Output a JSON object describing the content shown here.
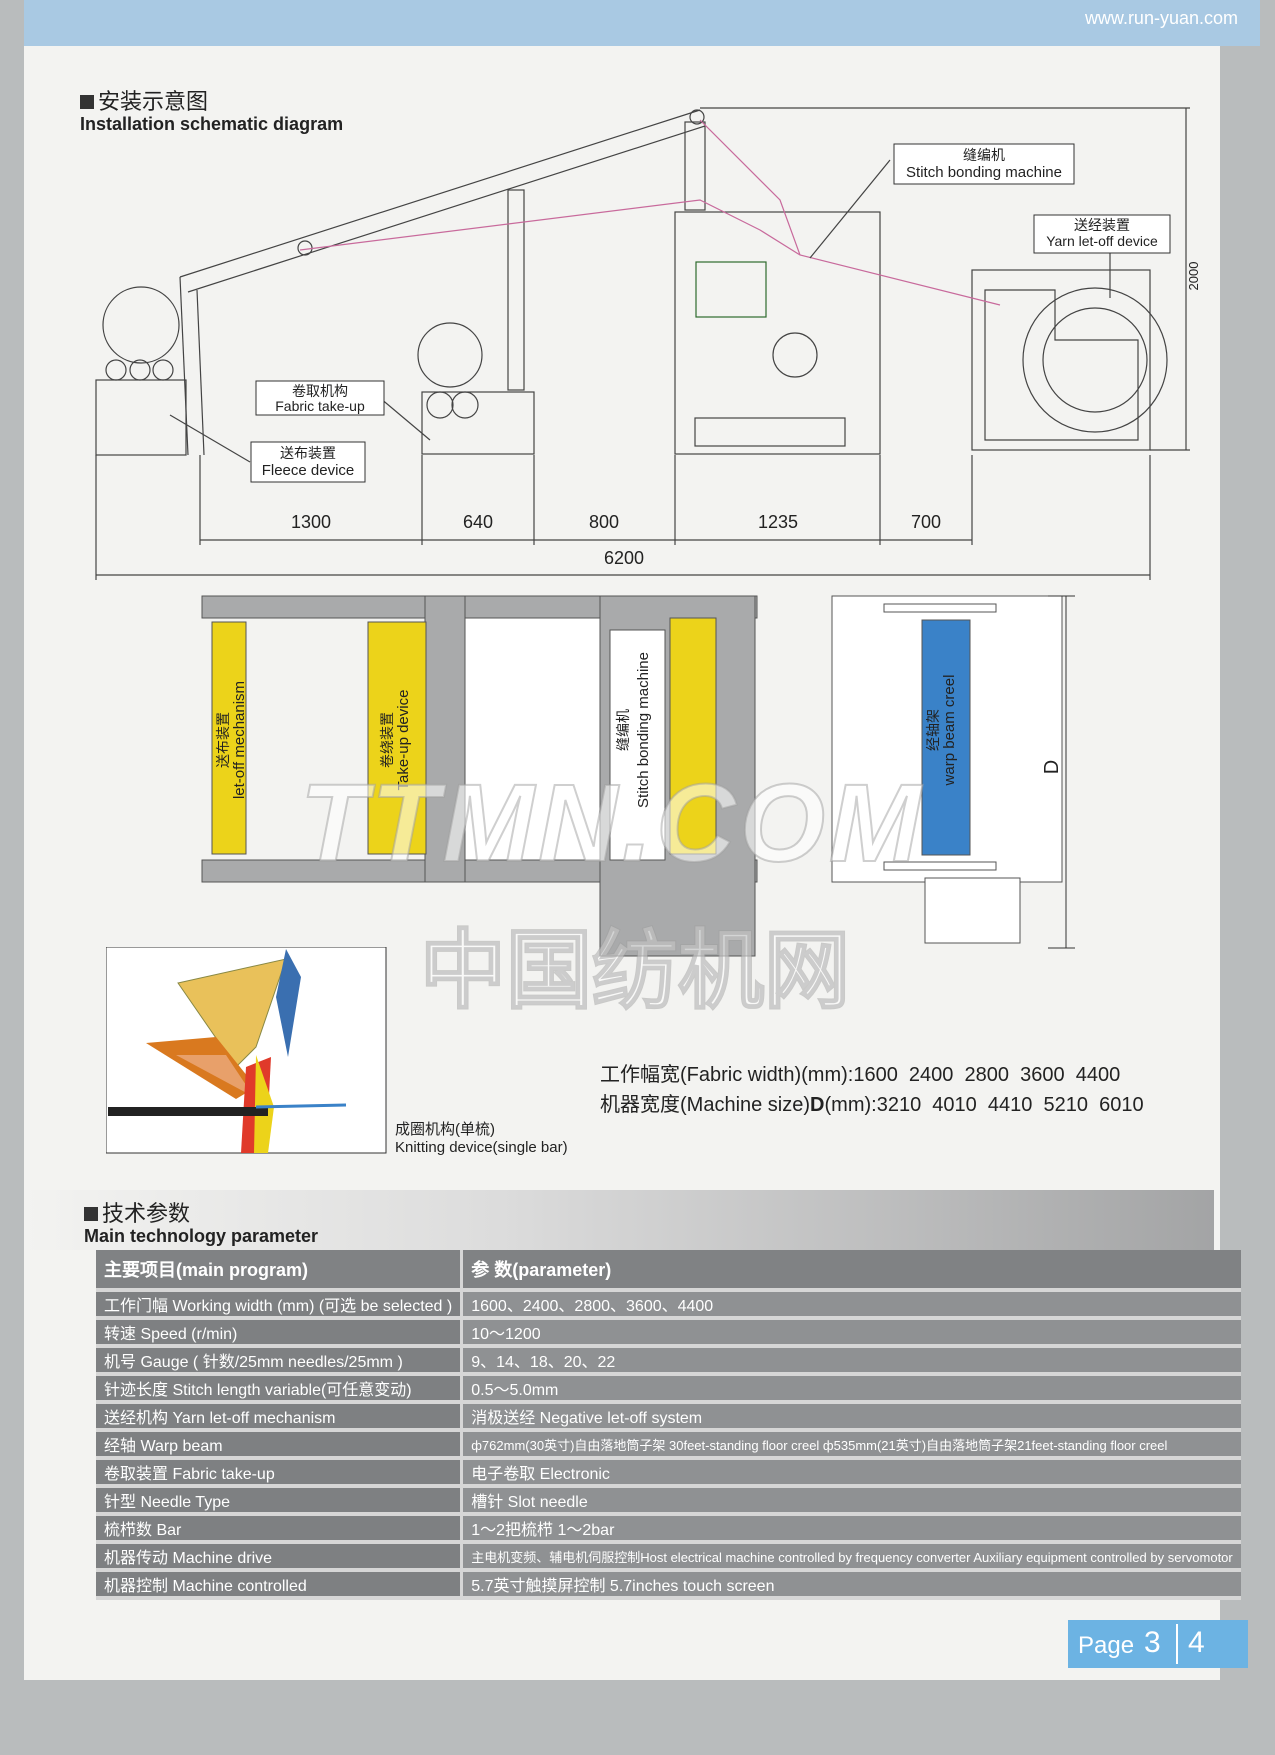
{
  "header": {
    "url": "www.run-yuan.com"
  },
  "install": {
    "title_zh": "安装示意图",
    "title_en": "Installation schematic diagram",
    "labels": {
      "stitch_zh": "缝编机",
      "stitch_en": "Stitch  bonding  machine",
      "yarn_zh": "送经装置",
      "yarn_en": "Yarn let-off  device",
      "takeup_zh": "卷取机构",
      "takeup_en": "Fabric  take-up",
      "fleece_zh": "送布装置",
      "fleece_en": "Fleece  device",
      "height": "2000"
    },
    "dims": [
      "1300",
      "640",
      "800",
      "1235",
      "700"
    ],
    "total": "6200"
  },
  "plan": {
    "letoff_zh": "送布装置",
    "letoff_en": "let-off  mechanism",
    "takeup_zh": "卷绕装置",
    "takeup_en": "Take-up  device",
    "stitch_zh": "缝编机",
    "stitch_en": "Stitch  bonding  machine",
    "warp_zh": "经轴架",
    "warp_en": "warp beam creel",
    "d_label": "D"
  },
  "knitting": {
    "caption_zh": "成圈机构(单梳)",
    "caption_en": "Knitting device(single bar)"
  },
  "specs": {
    "fabric_width": "工作幅宽(Fabric width)(mm):1600  2400  2800  3600  4400",
    "machine_size_a": "机器宽度(Machine size)",
    "machine_size_b": "D",
    "machine_size_c": "(mm):3210  4010  4410  5210  6010"
  },
  "params": {
    "title_zh": "技术参数",
    "title_en": "Main technology parameter",
    "header": [
      "主要项目(main program)",
      "参  数(parameter)"
    ],
    "rows": [
      [
        "工作门幅  Working width  (mm)  (可选  be selected )",
        "1600、2400、2800、3600、4400"
      ],
      [
        "转速  Speed  (r/min)",
        "10～1200"
      ],
      [
        "机号  Gauge ( 针数/25mm  needles/25mm )",
        "9、14、18、20、22"
      ],
      [
        "针迹长度  Stitch length variable(可任意变动)",
        "0.5～5.0mm"
      ],
      [
        "送经机构  Yarn let-off mechanism",
        "消极送经  Negative let-off system"
      ],
      [
        "经轴  Warp beam",
        "ф762mm(30英寸)自由落地筒子架 30feet-standing floor creel  ф535mm(21英寸)自由落地筒子架21feet-standing floor creel"
      ],
      [
        "卷取装置  Fabric take-up",
        "电子卷取  Electronic"
      ],
      [
        "针型  Needle Type",
        "槽针  Slot needle"
      ],
      [
        "梳栉数  Bar",
        "1～2把梳栉  1～2bar"
      ],
      [
        "机器传动  Machine    drive",
        "主电机变频、辅电机伺服控制Host electrical machine controlled by frequency converter Auxiliary equipment controlled by servomotor"
      ],
      [
        "机器控制  Machine    controlled",
        "5.7英寸触摸屏控制  5.7inches touch screen"
      ]
    ]
  },
  "page": {
    "label": "Page",
    "left": "3",
    "right": "4"
  },
  "watermark": {
    "line1": "TTMN.COM",
    "line2": "中国纺机网"
  },
  "colors": {
    "yellow": "#ecd31a",
    "blue": "#3a82c8",
    "gray": "#8f9193",
    "band": "#a9c9e3"
  }
}
